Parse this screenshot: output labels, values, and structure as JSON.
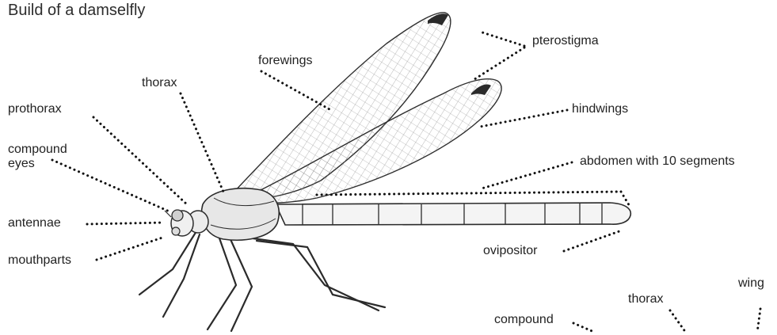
{
  "diagram": {
    "title": "Build of a damselfly",
    "labels": {
      "pterostigma": "pterostigma",
      "forewings": "forewings",
      "thorax": "thorax",
      "prothorax": "prothorax",
      "compound_eyes_1": "compound",
      "compound_eyes_2": "eyes",
      "hindwings": "hindwings",
      "abdomen": "abdomen with 10 segments",
      "antennae": "antennae",
      "mouthparts": "mouthparts",
      "ovipositor": "ovipositor",
      "second_wing": "wing",
      "second_thorax": "thorax",
      "second_compound": "compound"
    }
  }
}
